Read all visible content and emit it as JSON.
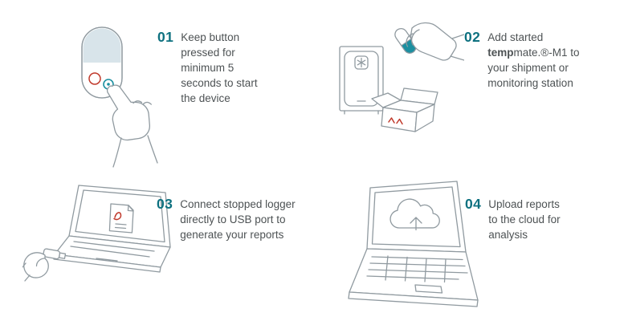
{
  "colors": {
    "accent": "#0e7180",
    "text": "#4d5254",
    "line": "#909aa0",
    "red": "#c0392b",
    "teal_button": "#1b8fa0",
    "device_shade": "#d8e4ea"
  },
  "steps": {
    "s1": {
      "number": "01",
      "text": "Keep button pressed for minimum 5 seconds to start the device",
      "illustration": "logger-button-press"
    },
    "s2": {
      "number": "02",
      "text_before": "Add started ",
      "brand_bold": "temp",
      "text_after": "mate.®-M1 to your shipment or monitoring station",
      "illustration": "logger-into-shipment-box"
    },
    "s3": {
      "number": "03",
      "text": "Connect stopped logger directly to USB port to generate your reports",
      "illustration": "logger-usb-to-laptop"
    },
    "s4": {
      "number": "04",
      "text": "Upload reports to the cloud for analysis",
      "illustration": "laptop-cloud-upload"
    }
  }
}
